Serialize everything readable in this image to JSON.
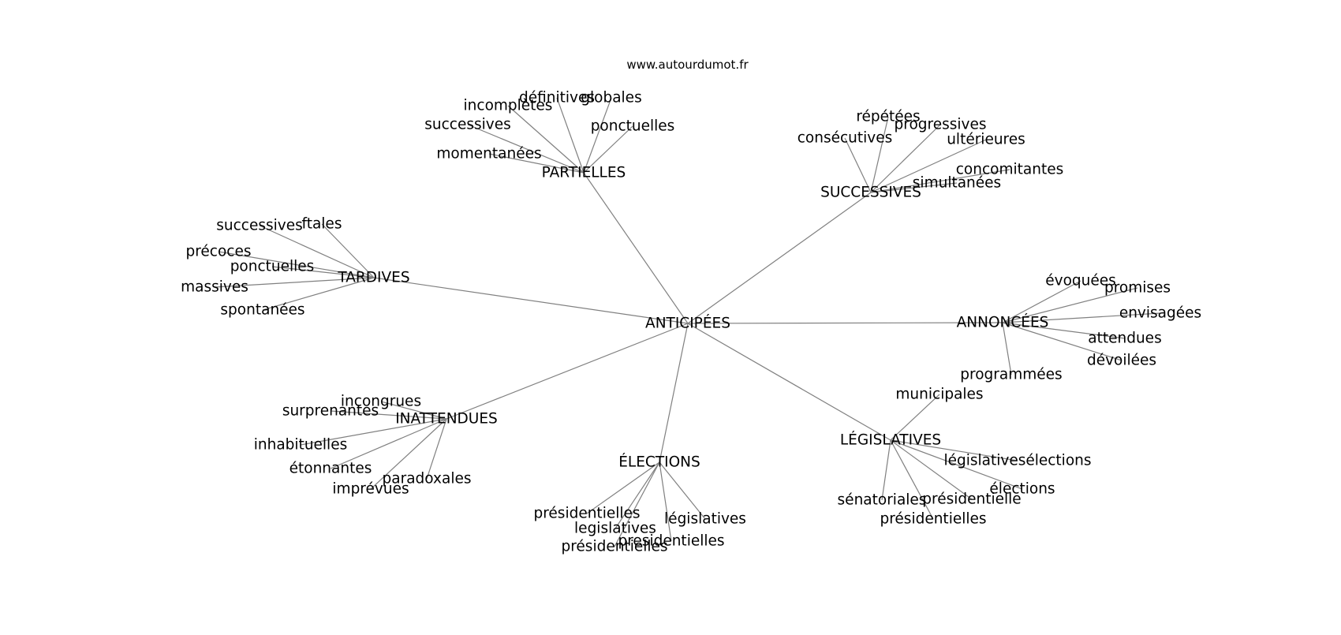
{
  "site_label": "www.autourdumot.fr",
  "diagram": {
    "center": "ANTICIPÉES",
    "hubs": [
      {
        "label": "PARTIELLES",
        "leaves": [
          "définitives",
          "globales",
          "incomplètes",
          "successives",
          "ponctuelles",
          "momentanées"
        ]
      },
      {
        "label": "SUCCESSIVES",
        "leaves": [
          "répétées",
          "progressives",
          "consécutives",
          "ultérieures",
          "concomitantes",
          "simultanées"
        ]
      },
      {
        "label": "TARDIVES",
        "leaves": [
          "successives",
          "ftales",
          "précoces",
          "ponctuelles",
          "massives",
          "spontanées"
        ]
      },
      {
        "label": "ANNONCÉES",
        "leaves": [
          "évoquées",
          "promises",
          "envisagées",
          "attendues",
          "dévoilées",
          "programmées"
        ]
      },
      {
        "label": "INATTENDUES",
        "leaves": [
          "incongrues",
          "surprenantes",
          "inhabituelles",
          "étonnantes",
          "paradoxales",
          "imprévues"
        ]
      },
      {
        "label": "ÉLECTIONS",
        "leaves": [
          "présidentielles",
          "législatives",
          "legislatives",
          "présidentielles",
          "presidentielles"
        ]
      },
      {
        "label": "LÉGISLATIVES",
        "leaves": [
          "municipales",
          "législativesélections",
          "élections",
          "sénatoriales",
          "présidentielle",
          "présidentielles"
        ]
      }
    ]
  }
}
